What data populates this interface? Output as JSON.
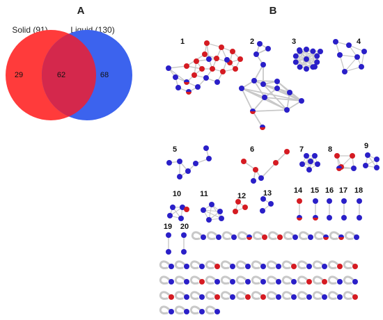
{
  "panelA": {
    "letter": "A",
    "solid_label": "Solid (91)",
    "liquid_label": "Liquid (130)",
    "solid_only": "29",
    "overlap": "62",
    "liquid_only": "68",
    "colors": {
      "solid": "#ff3b3b",
      "liquid": "#3c63ee",
      "overlap": "#d4284c"
    }
  },
  "panelB": {
    "letter": "B",
    "cluster_numbers": [
      "1",
      "2",
      "3",
      "4",
      "5",
      "6",
      "7",
      "8",
      "9",
      "10",
      "11",
      "12",
      "13",
      "14",
      "15",
      "16",
      "17",
      "18",
      "19",
      "20"
    ],
    "node_colors": {
      "red": "#d51b22",
      "blue": "#2a1fc8",
      "edge": "#c8c8c8"
    }
  }
}
